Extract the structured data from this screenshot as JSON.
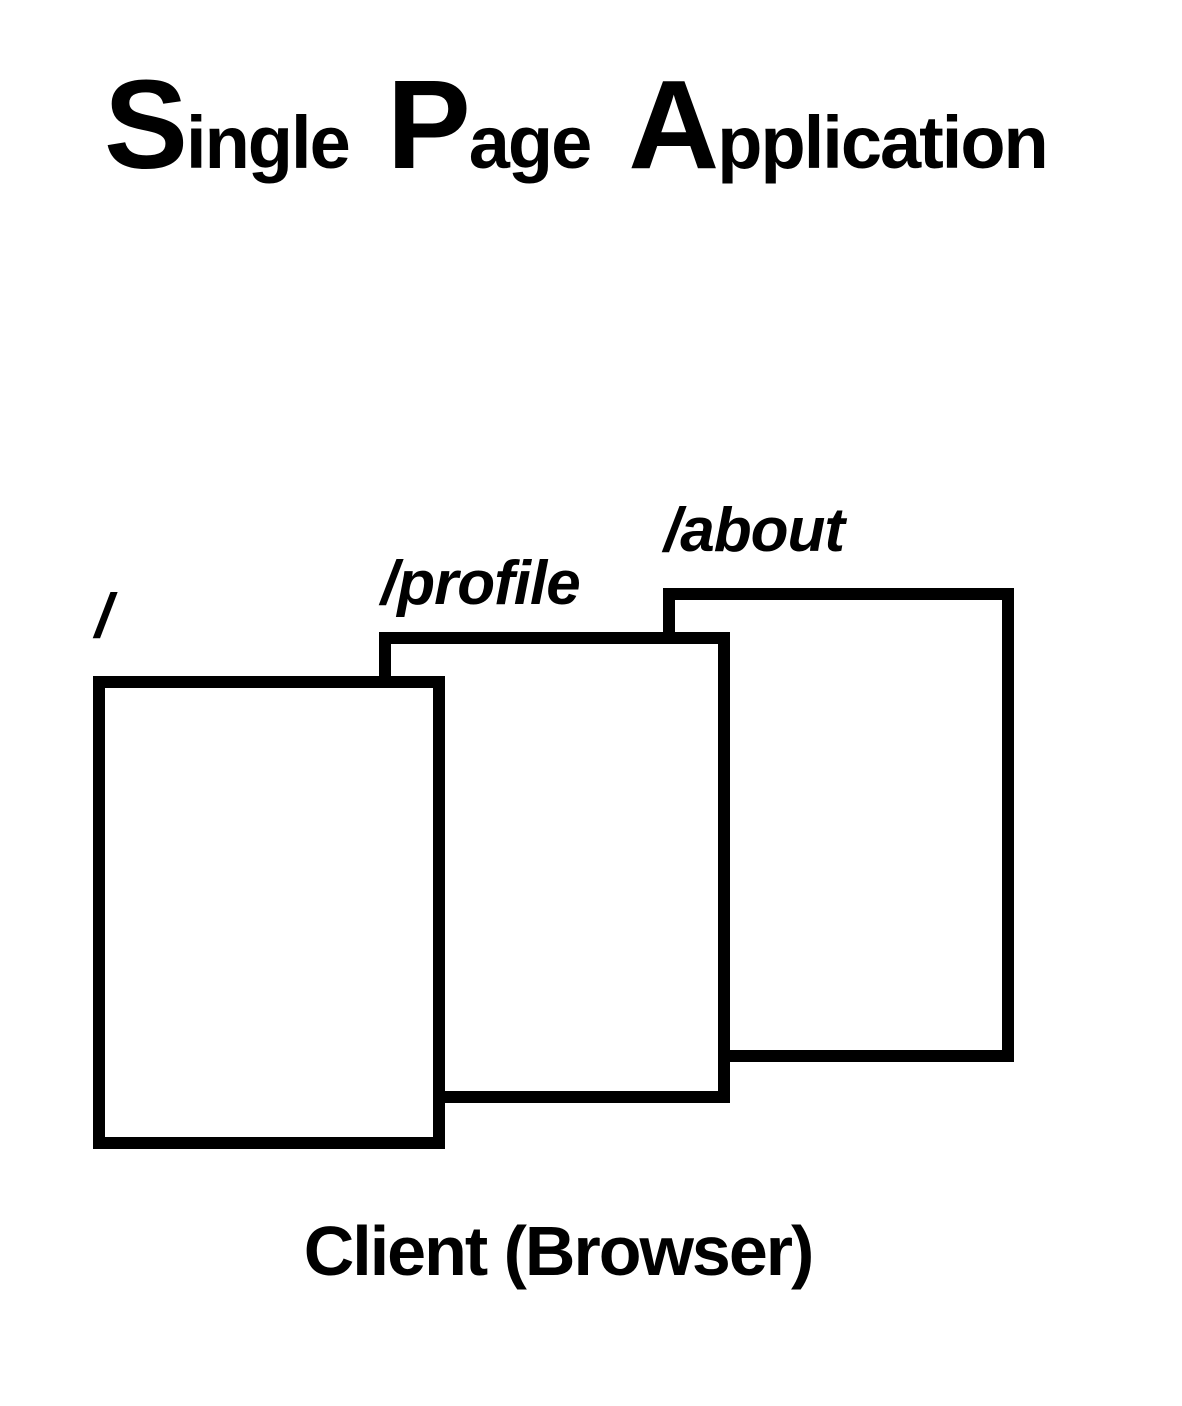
{
  "page": {
    "background": "#ffffff",
    "ink": "#000000"
  },
  "title": {
    "text": "Single Page Application",
    "words": [
      {
        "initial": "S",
        "rest": "ingle"
      },
      {
        "initial": "P",
        "rest": "age"
      },
      {
        "initial": "A",
        "rest": "pplication"
      }
    ]
  },
  "diagram": {
    "routes": [
      "/",
      "/profile",
      "/about"
    ],
    "caption": "Client (Browser)"
  }
}
